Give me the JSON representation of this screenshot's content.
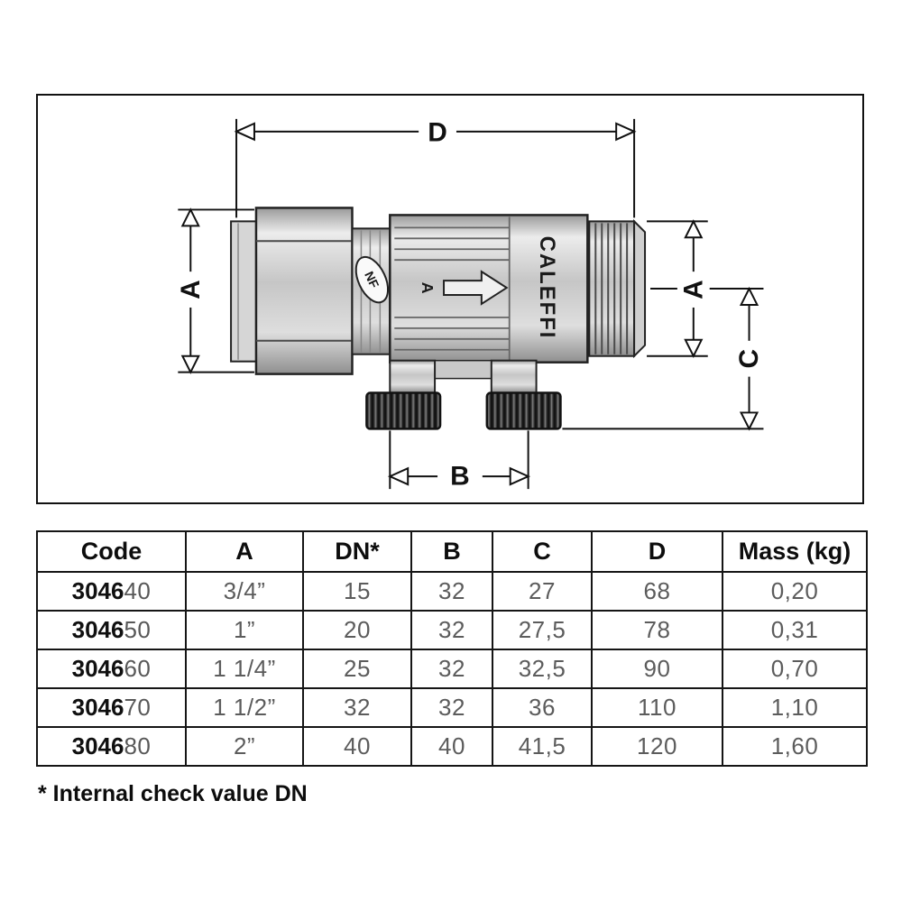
{
  "diagram": {
    "dimensions": {
      "d": "D",
      "a_left": "A",
      "a_right": "A",
      "c": "C",
      "b": "B"
    },
    "markings": {
      "brand_vertical": "CALEFFI",
      "oval_mark": "NF",
      "flow_letter": "A"
    }
  },
  "table": {
    "headers": [
      "Code",
      "A",
      "DN*",
      "B",
      "C",
      "D",
      "Mass (kg)"
    ],
    "rows": [
      {
        "code_prefix": "3046",
        "code_suffix": "40",
        "a": "3/4”",
        "dn": "15",
        "b": "32",
        "c": "27",
        "d": "68",
        "mass": "0,20"
      },
      {
        "code_prefix": "3046",
        "code_suffix": "50",
        "a": "1”",
        "dn": "20",
        "b": "32",
        "c": "27,5",
        "d": "78",
        "mass": "0,31"
      },
      {
        "code_prefix": "3046",
        "code_suffix": "60",
        "a": "1 1/4”",
        "dn": "25",
        "b": "32",
        "c": "32,5",
        "d": "90",
        "mass": "0,70"
      },
      {
        "code_prefix": "3046",
        "code_suffix": "70",
        "a": "1 1/2”",
        "dn": "32",
        "b": "32",
        "c": "36",
        "d": "110",
        "mass": "1,10"
      },
      {
        "code_prefix": "3046",
        "code_suffix": "80",
        "a": "2”",
        "dn": "40",
        "b": "40",
        "c": "41,5",
        "d": "120",
        "mass": "1,60"
      }
    ]
  },
  "footnote": "* Internal check value DN"
}
